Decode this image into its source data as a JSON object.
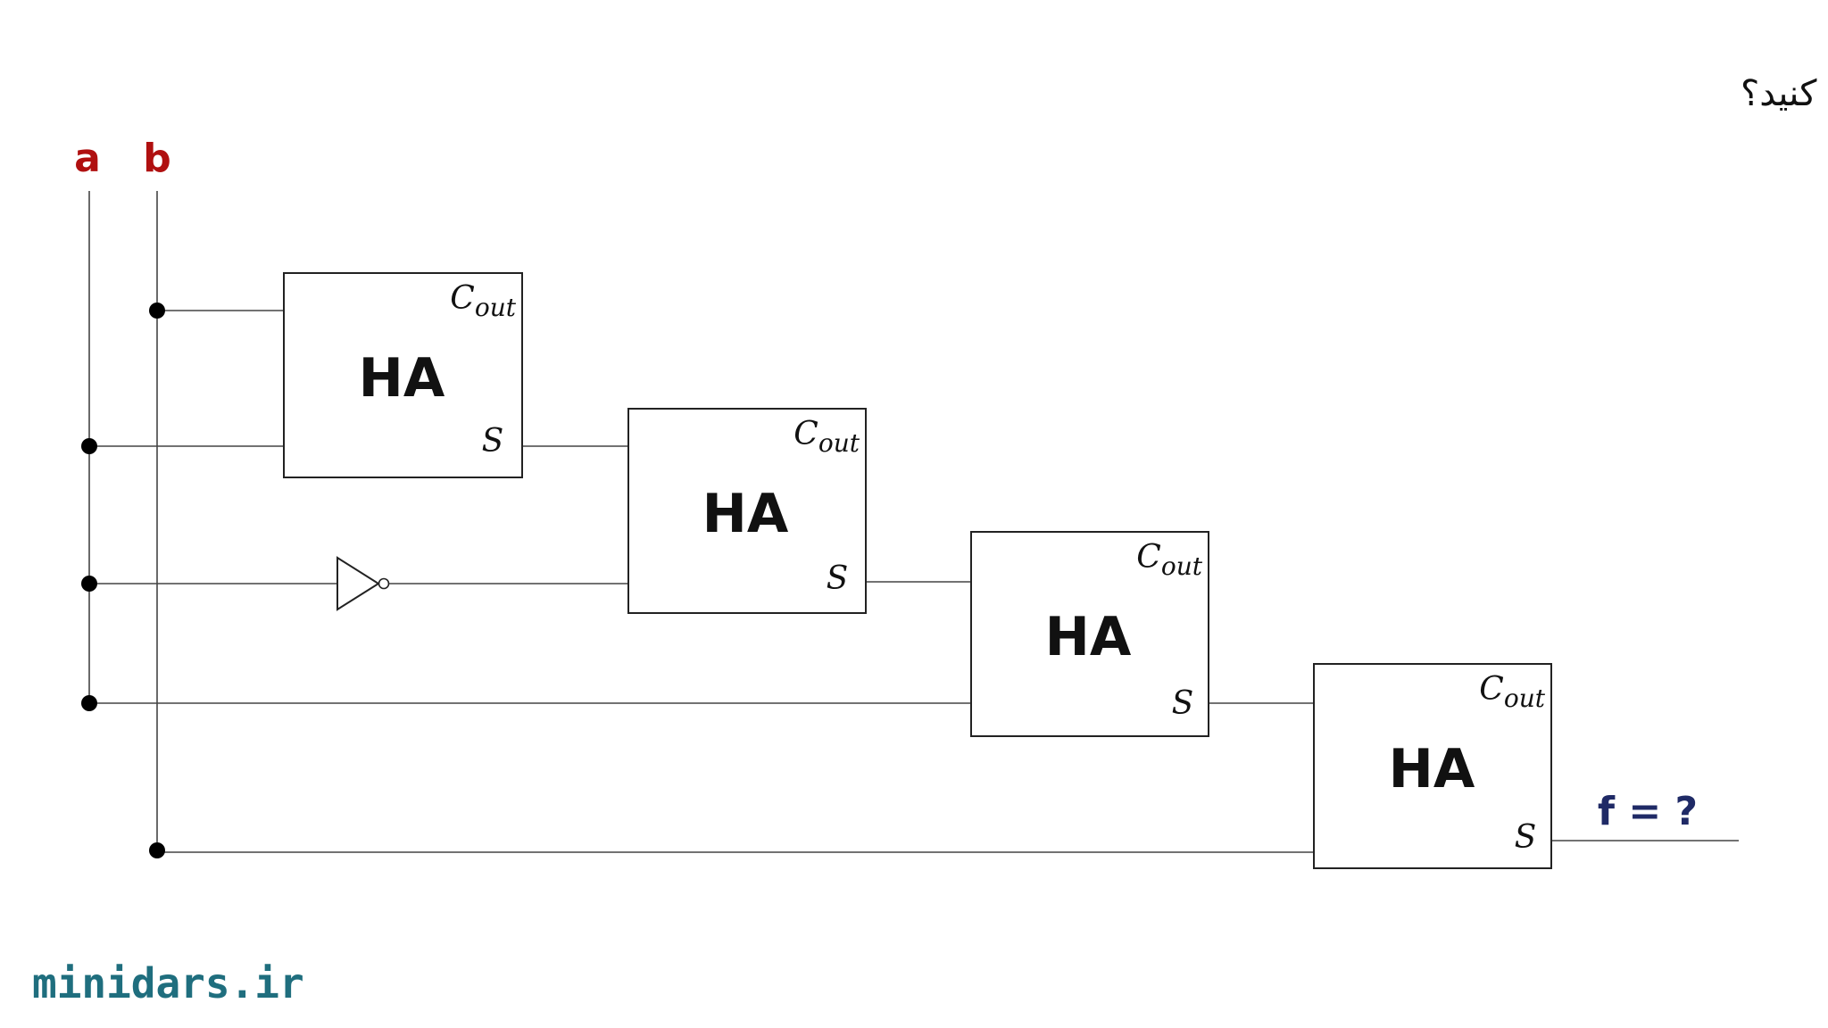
{
  "title": "با توجه به مدار طراحی شده، مقدار خروجی f را محاسبه کنید؟",
  "inputs": {
    "a": "a",
    "b": "b"
  },
  "blocks": [
    {
      "label": "HA",
      "carry_main": "C",
      "carry_sub": "out",
      "sum": "S"
    },
    {
      "label": "HA",
      "carry_main": "C",
      "carry_sub": "out",
      "sum": "S"
    },
    {
      "label": "HA",
      "carry_main": "C",
      "carry_sub": "out",
      "sum": "S"
    },
    {
      "label": "HA",
      "carry_main": "C",
      "carry_sub": "out",
      "sum": "S"
    }
  ],
  "output_label": "f = ?",
  "watermark": "minidars.ir",
  "colors": {
    "input_label": "#b01010",
    "output_label": "#1f2a66",
    "watermark": "#1f6e7e"
  }
}
